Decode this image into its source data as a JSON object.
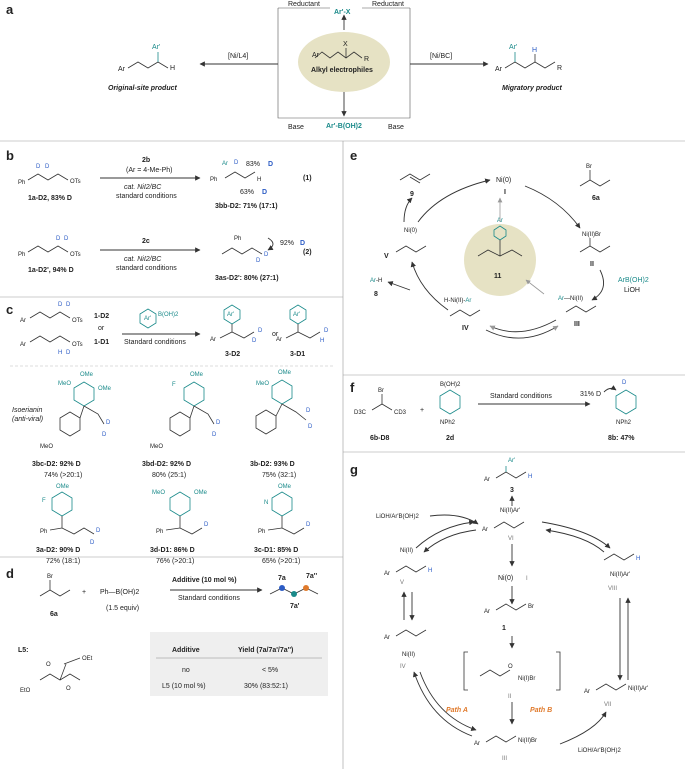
{
  "panel_a": {
    "label": "a",
    "reductant_left": "Reductant",
    "reductant_right": "Reductant",
    "base_left": "Base",
    "base_right": "Base",
    "top_reagent": "Ar'-X",
    "bottom_reagent": "Ar'-B(OH)2",
    "center_title": "Alkyl electrophiles",
    "x_label": "X",
    "r_label": "R",
    "cat_left": "[Ni/L4]",
    "cat_right": "[Ni/BC]",
    "left_product": "Original-site product",
    "right_product": "Migratory product",
    "ar": "Ar",
    "arp": "Ar'",
    "h": "H"
  },
  "panel_b": {
    "label": "b",
    "r1_sub": "1a-D2, 83% D",
    "r1_reagent_top": "2b",
    "r1_reagent_sub": "(Ar = 4-Me-Ph)",
    "r1_cond1": "cat. NiI2/BC",
    "r1_cond2": "standard conditions",
    "r1_prod": "3bb-D2: 71% (17:1)",
    "r1_pct_a": "83%",
    "r1_pct_b": "63%",
    "r1_num": "(1)",
    "r2_sub": "1a-D2', 94% D",
    "r2_reagent": "2c",
    "r2_cond1": "cat. NiI2/BC",
    "r2_cond2": "standard conditions",
    "r2_prod": "3as-D2': 80% (27:1)",
    "r2_pct": "92%",
    "r2_num": "(2)"
  },
  "panel_c": {
    "label": "c",
    "sub_d2": "1-D2",
    "or1": "or",
    "sub_d1": "1-D1",
    "reagent": "B(OH)2",
    "cond": "Standard conditions",
    "prod_d2": "3-D2",
    "or2": "or",
    "prod_d1": "3-D1",
    "iso1": "Isoerianin",
    "iso2": "(anti-viral)",
    "items": [
      {
        "name": "3bc-D2: 92% D",
        "yield": "74% (>20:1)"
      },
      {
        "name": "3bd-D2: 92% D",
        "yield": "80% (25:1)"
      },
      {
        "name": "3b-D2: 93% D",
        "yield": "75% (32:1)"
      },
      {
        "name": "3a-D2: 90% D",
        "yield": "72% (18:1)"
      },
      {
        "name": "3d-D1: 86% D",
        "yield": "76% (>20:1)"
      },
      {
        "name": "3c-D1: 85% D",
        "yield": "65% (>20:1)"
      }
    ]
  },
  "panel_d": {
    "label": "d",
    "sub": "6a",
    "reagent": "Ph—B(OH)2",
    "equiv": "(1.5 equiv)",
    "additive": "Additive (10 mol %)",
    "cond": "Standard conditions",
    "p1": "7a",
    "p2": "7a'",
    "p3": "7a''",
    "l5": "L5:",
    "oet1": "OEt",
    "eto": "EtO",
    "table_head": [
      "Additive",
      "Yield (7a/7a'/7a'')"
    ],
    "table_rows": [
      [
        "no",
        "< 5%"
      ],
      [
        "L5 (10 mol %)",
        "30% (83:52:1)"
      ]
    ]
  },
  "panel_e": {
    "label": "e",
    "c9": "9",
    "c6a": "6a",
    "ni0": "Ni(0)",
    "I": "I",
    "nibr": "Ni(II)Br",
    "II": "II",
    "reagent": "ArB(OH)2",
    "lioh": "LiOH",
    "arni": "Ar—Ni(II)",
    "III": "III",
    "hni": "H-Ni(II)-Ar",
    "IV": "IV",
    "arh": "Ar-H",
    "c8": "8",
    "V": "V",
    "niv": "Ni(0)",
    "center_num": "11",
    "center_ar": "Ar",
    "br": "Br"
  },
  "panel_f": {
    "label": "f",
    "sub": "6b-D8",
    "sub_d3a": "D3C",
    "sub_d3b": "CD3",
    "br": "Br",
    "plus": "+",
    "reagent_b": "B(OH)2",
    "reagent_n": "NPh2",
    "reagent": "2d",
    "cond": "Standard conditions",
    "pct": "31% D",
    "d": "D",
    "prod_n": "NPh2",
    "prod": "8b: 47%"
  },
  "panel_g": {
    "label": "g",
    "prod": "3",
    "arp": "Ar'",
    "ar": "Ar",
    "lioh_top": "LiOH/Ar'B(OH)2",
    "VI": "VI",
    "ni_vi": "Ni(II)Ar'",
    "V": "V",
    "ni_v": "Ni(II)",
    "VIII": "VIII",
    "ni_viii": "Ni(II)Ar'",
    "ni0": "Ni(0)",
    "I": "I",
    "s1": "1",
    "br": "Br",
    "IV": "IV",
    "ni_iv": "Ni(II)",
    "II": "II",
    "ni_ii": "Ni(I)Br",
    "VII": "VII",
    "ni_vii": "Ni(II)Ar'",
    "pathA": "Path A",
    "pathB": "Path B",
    "III": "III",
    "ni_iii": "Ni(II)Br",
    "lioh_bot": "LiOH/Ar'B(OH)2",
    "h": "H"
  },
  "colors": {
    "teal": "#1a8a8a",
    "blue": "#2c5cc5",
    "orange": "#e07a2c",
    "beige": "#e6e2c4"
  }
}
